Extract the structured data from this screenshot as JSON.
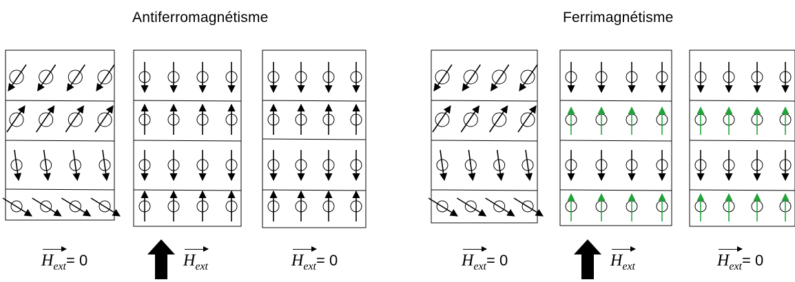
{
  "titles": {
    "antiferro": "Antiferromagnétisme",
    "ferri": "Ferrimagnétisme"
  },
  "field_label": {
    "h": "H",
    "sub": "ext",
    "eq_zero": "= 0"
  },
  "colors": {
    "spin_default": "#000000",
    "spin_secondary_ferri": "#22a33a"
  },
  "icons": {
    "field_arrow": "thick-up-arrow-icon",
    "spin": "circle-with-arrow-icon"
  },
  "panels": [
    {
      "group": "antiferro",
      "field_applied": false,
      "rows": [
        {
          "spin": "tilt-down-left",
          "color": "default"
        },
        {
          "spin": "tilt-up-right",
          "color": "default"
        },
        {
          "spin": "tilt-down-slight",
          "color": "default"
        },
        {
          "spin": "tilt-down-right-steep",
          "color": "default"
        }
      ]
    },
    {
      "group": "antiferro",
      "field_applied": true,
      "rows": [
        {
          "spin": "down",
          "color": "default"
        },
        {
          "spin": "up",
          "color": "default"
        },
        {
          "spin": "down",
          "color": "default"
        },
        {
          "spin": "up",
          "color": "default"
        }
      ]
    },
    {
      "group": "antiferro",
      "field_applied": false,
      "rows": [
        {
          "spin": "down",
          "color": "default"
        },
        {
          "spin": "up",
          "color": "default"
        },
        {
          "spin": "down",
          "color": "default"
        },
        {
          "spin": "up",
          "color": "default"
        }
      ]
    },
    {
      "group": "ferri",
      "field_applied": false,
      "rows": [
        {
          "spin": "tilt-down-left",
          "color": "default"
        },
        {
          "spin": "tilt-up-right",
          "color": "default"
        },
        {
          "spin": "tilt-down-slight",
          "color": "default"
        },
        {
          "spin": "tilt-down-right-steep",
          "color": "default"
        }
      ]
    },
    {
      "group": "ferri",
      "field_applied": true,
      "rows": [
        {
          "spin": "down",
          "color": "default"
        },
        {
          "spin": "up-short",
          "color": "secondary"
        },
        {
          "spin": "down",
          "color": "default"
        },
        {
          "spin": "up-short",
          "color": "secondary"
        }
      ]
    },
    {
      "group": "ferri",
      "field_applied": false,
      "rows": [
        {
          "spin": "down",
          "color": "default"
        },
        {
          "spin": "up-short",
          "color": "secondary"
        },
        {
          "spin": "down",
          "color": "default"
        },
        {
          "spin": "up-short",
          "color": "secondary"
        }
      ]
    }
  ]
}
